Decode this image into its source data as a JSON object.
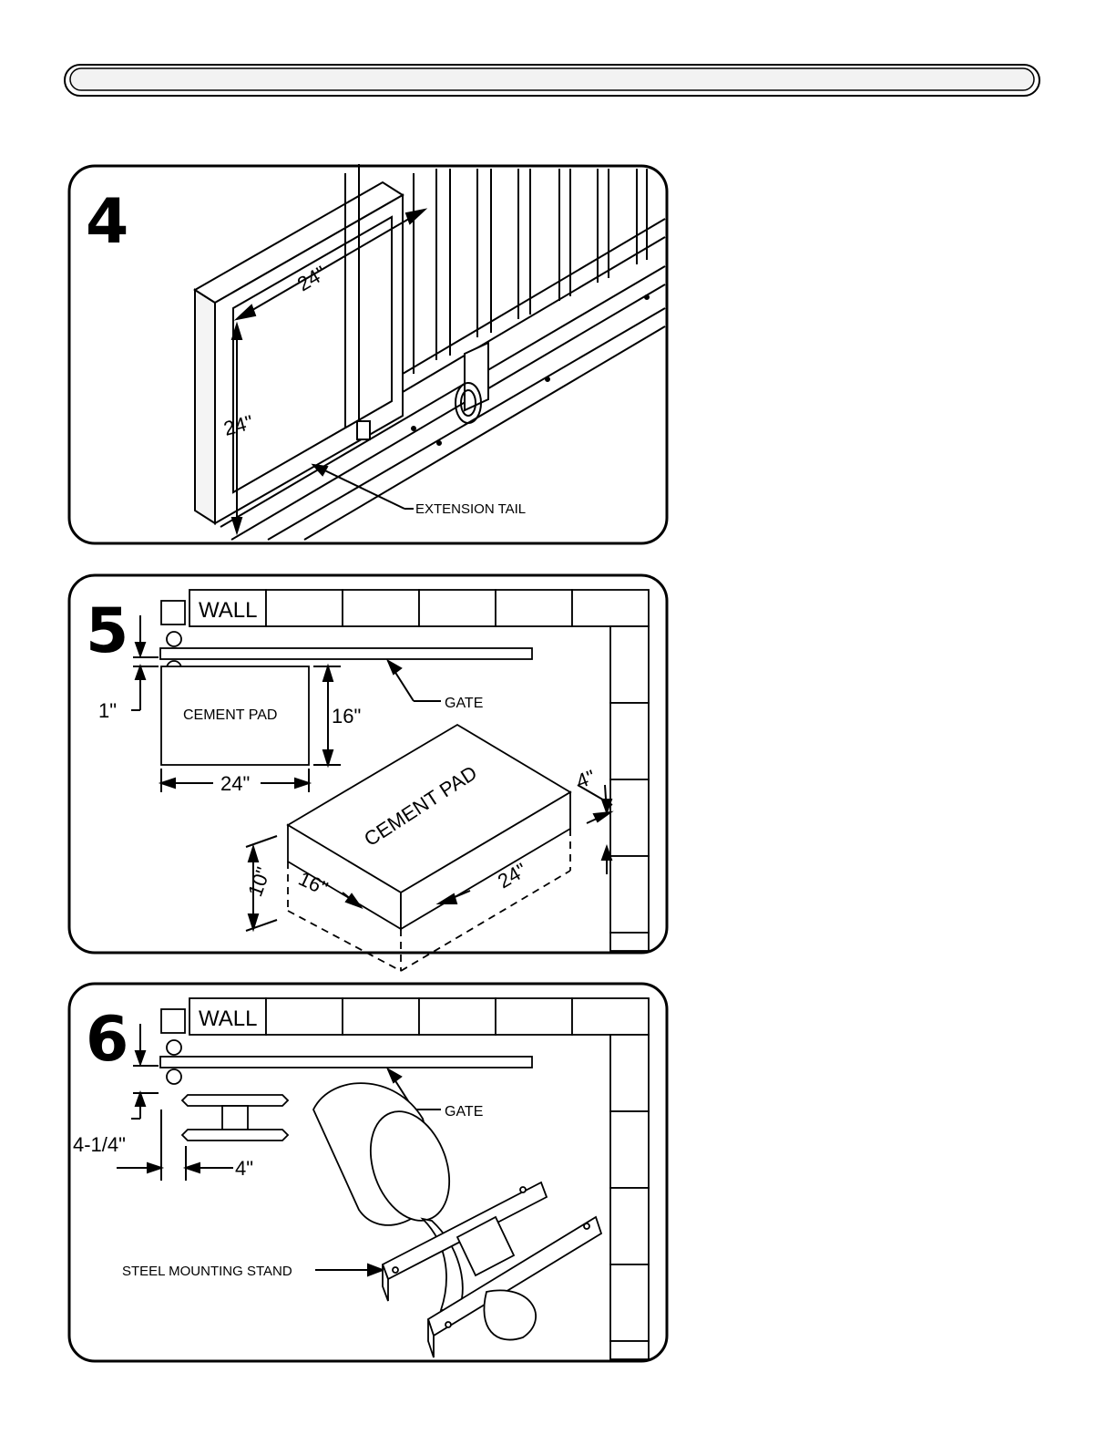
{
  "panels": [
    {
      "step": "4",
      "labels": {
        "top_dim": "24\"",
        "side_dim": "24\"",
        "extension_tail": "EXTENSION TAIL"
      }
    },
    {
      "step": "5",
      "labels": {
        "wall": "WALL",
        "gate": "GATE",
        "offset_dim": "1\"",
        "pad_plan": "CEMENT PAD",
        "pad_height": "16\"",
        "pad_width": "24\"",
        "pad_iso": "CEMENT PAD",
        "above_grade": "4\"",
        "depth": "10\"",
        "iso_width": "16\"",
        "iso_length": "24\""
      }
    },
    {
      "step": "6",
      "labels": {
        "wall": "WALL",
        "gate": "GATE",
        "offset_dim": "4-1/4\"",
        "stand_dim": "4\"",
        "stand": "STEEL MOUNTING STAND"
      }
    }
  ]
}
